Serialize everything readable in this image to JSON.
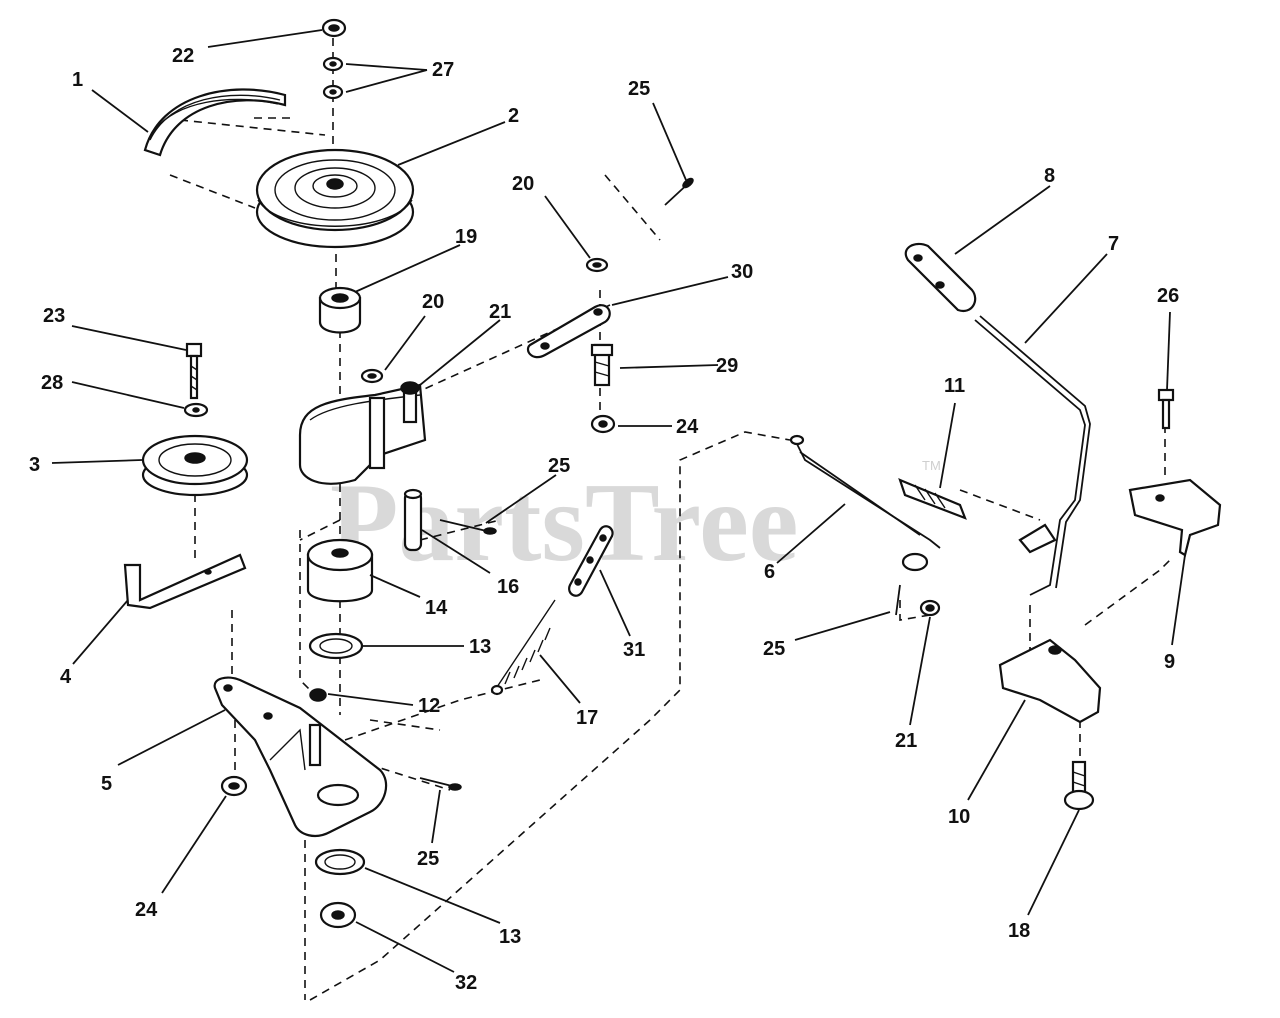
{
  "watermark": "PartsTree",
  "watermark_tm": "TM",
  "callouts": {
    "c1": "1",
    "c2": "2",
    "c3": "3",
    "c4": "4",
    "c5": "5",
    "c6": "6",
    "c7": "7",
    "c8": "8",
    "c9": "9",
    "c10": "10",
    "c11": "11",
    "c12": "12",
    "c13a": "13",
    "c13b": "13",
    "c14": "14",
    "c16": "16",
    "c17": "17",
    "c18": "18",
    "c19": "19",
    "c20a": "20",
    "c20b": "20",
    "c21a": "21",
    "c21b": "21",
    "c22": "22",
    "c23": "23",
    "c24a": "24",
    "c24b": "24",
    "c25a": "25",
    "c25b": "25",
    "c25c": "25",
    "c25d": "25",
    "c26": "26",
    "c27": "27",
    "c28": "28",
    "c29": "29",
    "c30": "30",
    "c31": "31",
    "c32": "32"
  }
}
